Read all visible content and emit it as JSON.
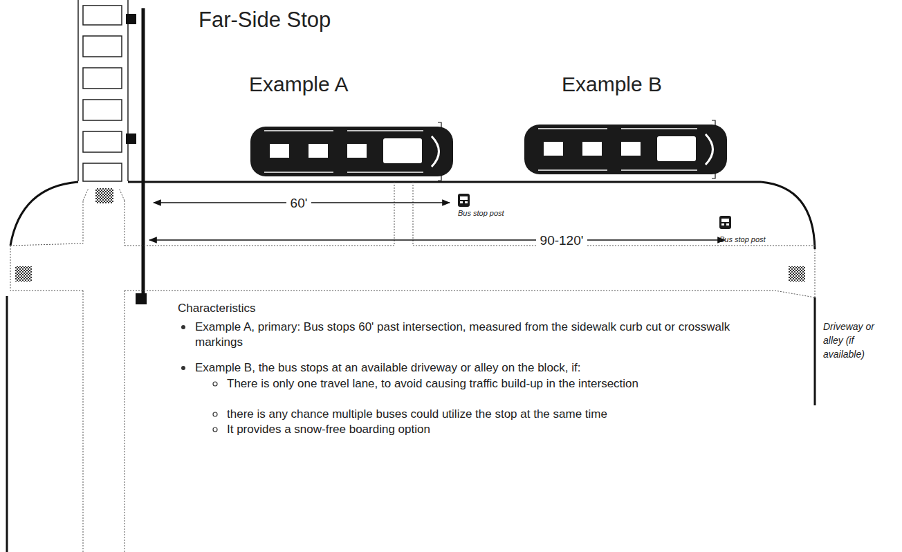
{
  "diagram": {
    "title": "Far-Side Stop",
    "labels": [
      "Example A",
      "Example B",
      "60'",
      "Bus stop post",
      "90-120'",
      "Bus stop post",
      "Characteristics",
      "Example A, primary: Bus stops 60' past intersection, measured from the sidewalk curb cut or crosswalk markings",
      "Example B, the bus stops at an available driveway or alley on the block, if:",
      "There is only one travel lane, to avoid causing traffic build-up in the intersection",
      "there is any chance multiple buses could utilize the stop at the same time",
      "It provides a snow-free boarding option",
      "Driveway or alley (if available)"
    ]
  }
}
